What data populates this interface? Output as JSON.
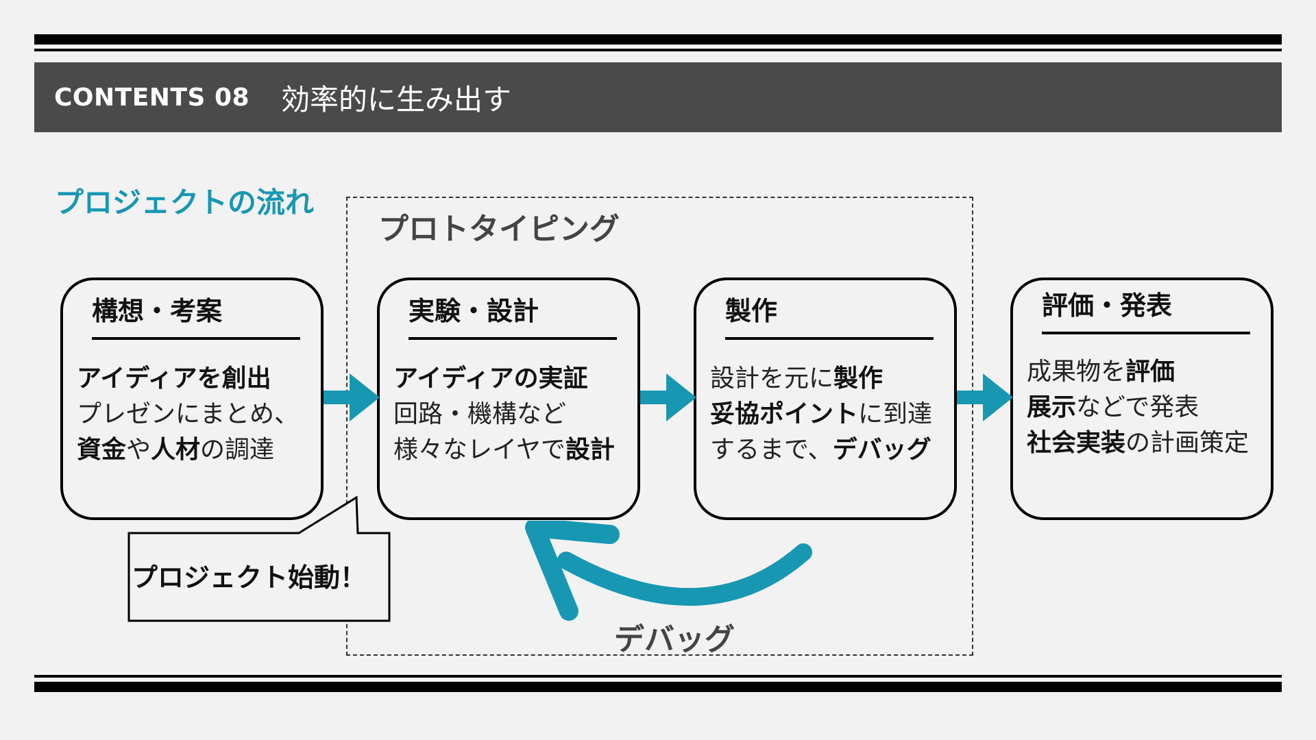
{
  "header": {
    "code": "CONTENTS 08",
    "title": "効率的に生み出す"
  },
  "flow_title": "プロジェクトの流れ",
  "prototyping_label": "プロトタイピング",
  "accent_color": "#1797b2",
  "stages": [
    {
      "title": "構想・考案",
      "lines": [
        [
          {
            "t": "アイディアを創出",
            "b": true
          }
        ],
        [
          {
            "t": "プレゼンにまとめ、",
            "b": false
          }
        ],
        [
          {
            "t": "資金",
            "b": true
          },
          {
            "t": "や",
            "b": false
          },
          {
            "t": "人材",
            "b": true
          },
          {
            "t": "の調達",
            "b": false
          }
        ]
      ]
    },
    {
      "title": "実験・設計",
      "lines": [
        [
          {
            "t": "アイディアの実証",
            "b": true
          }
        ],
        [
          {
            "t": "回路・機構など",
            "b": false
          }
        ],
        [
          {
            "t": "様々なレイヤで",
            "b": false
          },
          {
            "t": "設計",
            "b": true
          }
        ]
      ]
    },
    {
      "title": "製作",
      "lines": [
        [
          {
            "t": "設計を元に",
            "b": false
          },
          {
            "t": "製作",
            "b": true
          }
        ],
        [
          {
            "t": "妥協ポイント",
            "b": true
          },
          {
            "t": "に到達",
            "b": false
          }
        ],
        [
          {
            "t": "するまで、",
            "b": false
          },
          {
            "t": "デバッグ",
            "b": true
          }
        ]
      ]
    },
    {
      "title": "評価・発表",
      "lines": [
        [
          {
            "t": "成果物を",
            "b": false
          },
          {
            "t": "評価",
            "b": true
          }
        ],
        [
          {
            "t": "展示",
            "b": true
          },
          {
            "t": "などで発表",
            "b": false
          }
        ],
        [
          {
            "t": "社会実装",
            "b": true
          },
          {
            "t": "の計画策定",
            "b": false
          }
        ]
      ]
    }
  ],
  "callout": "プロジェクト始動！",
  "loop_label": "デバッグ"
}
